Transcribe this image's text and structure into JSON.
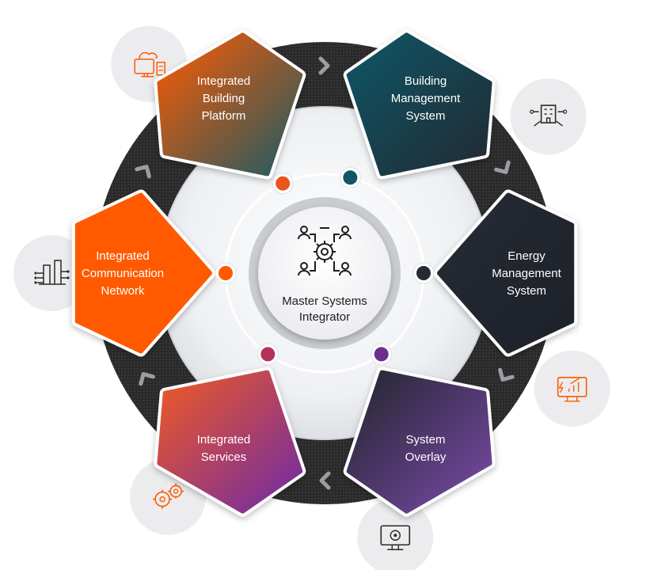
{
  "center": {
    "label_lines": [
      "Master Systems",
      "Integrator"
    ],
    "icon": "team-gear-icon"
  },
  "segments": [
    {
      "id": "building-management-system",
      "label_lines": [
        "Building",
        "Management",
        "System"
      ],
      "colors": [
        "#0e5666",
        "#222a33"
      ],
      "icon": "smart-building-icon",
      "node_color": "#0e5666"
    },
    {
      "id": "energy-management-system",
      "label_lines": [
        "Energy",
        "Management",
        "System"
      ],
      "colors": [
        "#262a32",
        "#1d2129"
      ],
      "icon": "energy-monitor-icon",
      "node_color": "#262a32"
    },
    {
      "id": "system-overlay",
      "label_lines": [
        "System",
        "Overlay"
      ],
      "colors": [
        "#23262e",
        "#7a4aa8"
      ],
      "icon": "monitor-settings-icon",
      "node_color": "#6b2e8e"
    },
    {
      "id": "integrated-services",
      "label_lines": [
        "Integrated",
        "Services"
      ],
      "colors": [
        "#f05a22",
        "#6e2aa8"
      ],
      "icon": "gears-icon",
      "node_color": "#b3325a"
    },
    {
      "id": "integrated-communication-network",
      "label_lines": [
        "Integrated",
        "Communication",
        "Network"
      ],
      "colors": [
        "#ff5a00",
        "#ff5a00"
      ],
      "icon": "network-building-icon",
      "node_color": "#ff5a00"
    },
    {
      "id": "integrated-building-platform",
      "label_lines": [
        "Integrated",
        "Building",
        "Platform"
      ],
      "colors": [
        "#ff5a00",
        "#1c5a64"
      ],
      "icon": "cloud-computer-icon",
      "node_color": "#e8561e"
    }
  ],
  "arrows": [
    "chevron-right-icon",
    "chevron-right-icon",
    "chevron-right-icon",
    "chevron-right-icon",
    "chevron-right-icon",
    "chevron-right-icon"
  ]
}
